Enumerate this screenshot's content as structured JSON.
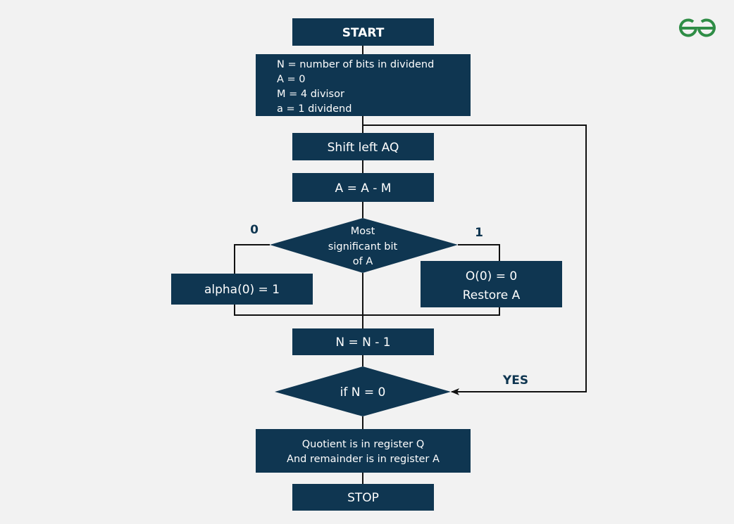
{
  "logo": {
    "text": "GfG",
    "color": "#2f8d46"
  },
  "colors": {
    "node": "#0f3651",
    "background": "#f2f2f2"
  },
  "nodes": {
    "start": "START",
    "init": [
      "N = number of bits in dividend",
      "A = 0",
      "M = 4 divisor",
      "a = 1 dividend"
    ],
    "shift": "Shift left AQ",
    "subtract": "A = A - M",
    "msb_decision": [
      "Most",
      "significant bit",
      "of A"
    ],
    "set_one": "alpha(0) = 1",
    "restore": [
      "O(0) = 0",
      "Restore A"
    ],
    "decrement": "N = N - 1",
    "check_n": "if N = 0",
    "result": [
      "Quotient is in register Q",
      "And remainder is in register A"
    ],
    "stop": "STOP"
  },
  "edge_labels": {
    "zero": "0",
    "one": "1",
    "yes": "YES"
  }
}
